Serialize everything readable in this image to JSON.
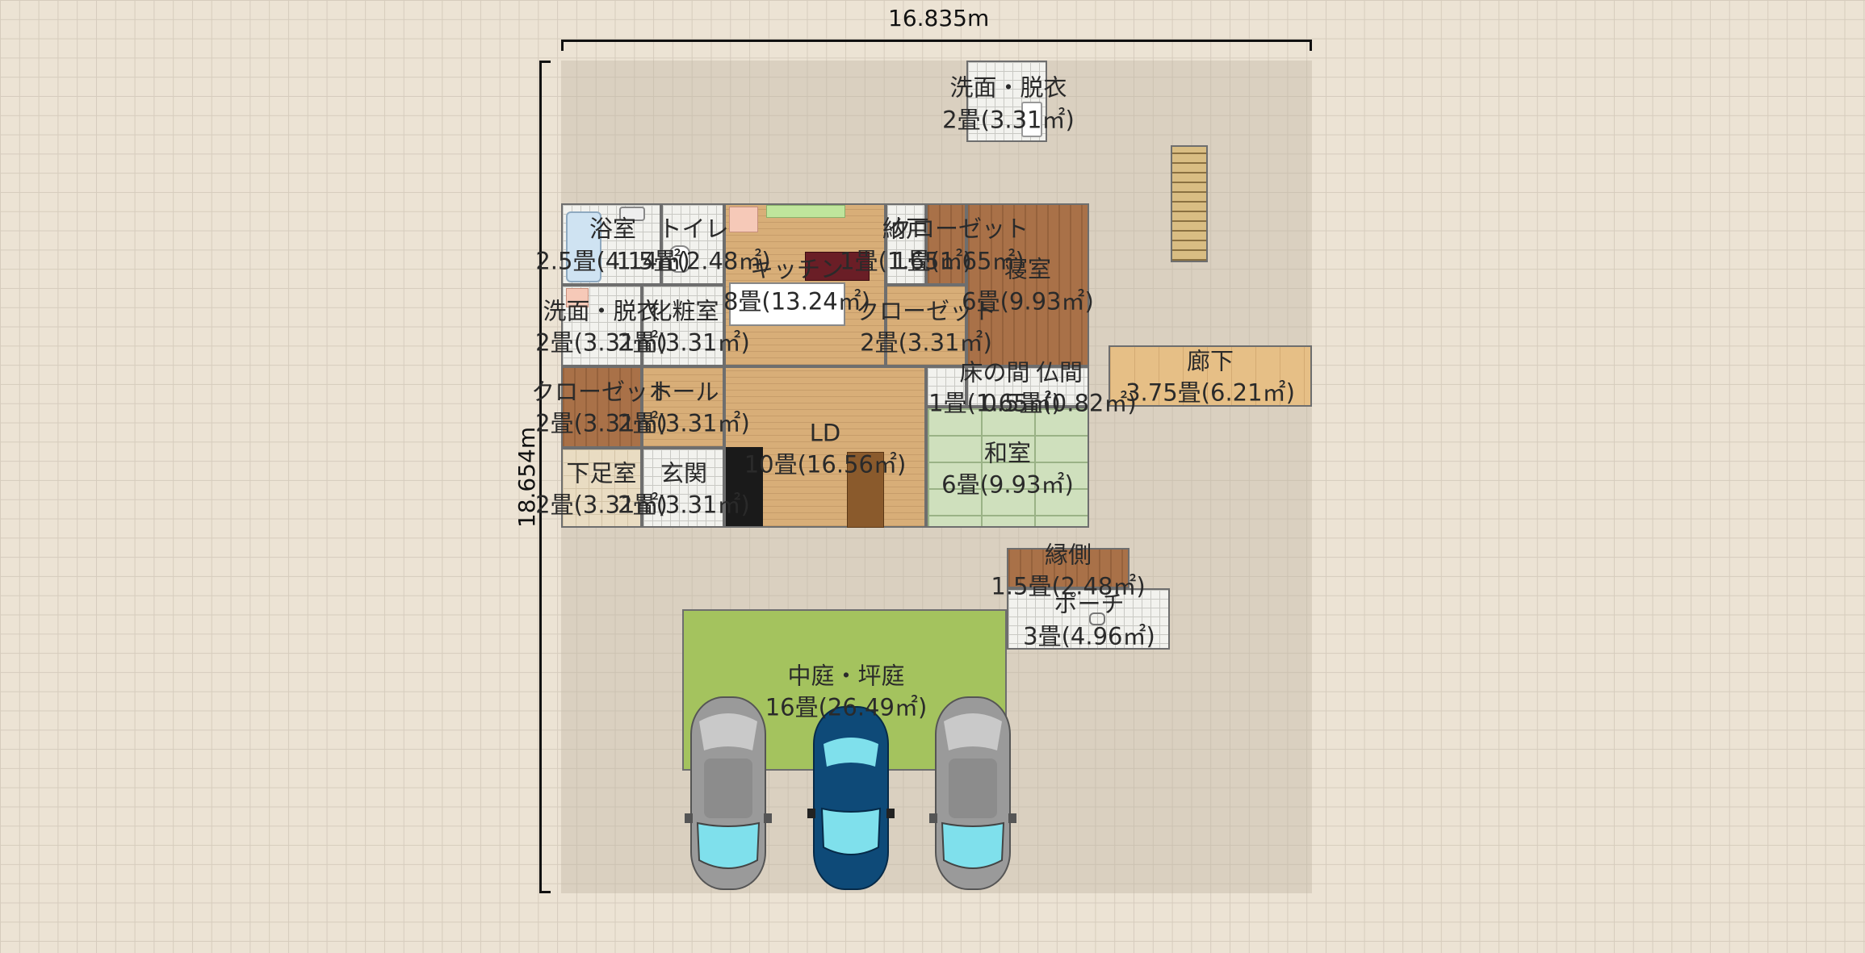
{
  "dimensions": {
    "width": "16.835m",
    "height": "18.654m"
  },
  "rooms": {
    "senmen_top": {
      "name": "洗面・脱衣",
      "area": "2畳(3.31㎡)"
    },
    "yokushitsu": {
      "name": "浴室",
      "area": "2.5畳(4.14㎡)"
    },
    "toilet": {
      "name": "トイレ",
      "area": "1.5畳(2.48㎡)"
    },
    "kitchen": {
      "name": "キッチン",
      "area": "8畳(13.24㎡)"
    },
    "nando": {
      "name": "納戸",
      "area": "1畳(1.65㎡)"
    },
    "closet_top": {
      "name": "クローゼット",
      "area": "1畳(1.65㎡)"
    },
    "shinshitsu": {
      "name": "寝室",
      "area": "6畳(9.93㎡)"
    },
    "senmen_left": {
      "name": "洗面・脱衣",
      "area": "2畳(3.31㎡)"
    },
    "keshoshitsu": {
      "name": "化粧室",
      "area": "2畳(3.31㎡)"
    },
    "closet_mid": {
      "name": "クローゼット",
      "area": "2畳(3.31㎡)"
    },
    "tokonoma": {
      "name": "床の間",
      "area": "1畳(1.65㎡)"
    },
    "butsuma": {
      "name": "仏間",
      "area": "0.5畳(0.82㎡)"
    },
    "roka": {
      "name": "廊下",
      "area": "3.75畳(6.21㎡)"
    },
    "closet_left": {
      "name": "クローゼット",
      "area": "2畳(3.31㎡)"
    },
    "hall": {
      "name": "ホール",
      "area": "2畳(3.31㎡)"
    },
    "ld": {
      "name": "LD",
      "area": "10畳(16.56㎡)"
    },
    "washitsu": {
      "name": "和室",
      "area": "6畳(9.93㎡)"
    },
    "shitaashi": {
      "name": "下足室",
      "area": "2畳(3.31㎡)"
    },
    "genkan": {
      "name": "玄関",
      "area": "2畳(3.31㎡)"
    },
    "engawa": {
      "name": "縁側",
      "area": "1.5畳(2.48㎡)"
    },
    "porch": {
      "name": "ポーチ",
      "area": "3畳(4.96㎡)"
    },
    "courtyard": {
      "name": "中庭・坪庭",
      "area": "16畳(26.49㎡)"
    }
  },
  "colors": {
    "car_left": "#9a9a9a",
    "car_center": "#0e4a78",
    "car_right": "#9a9a9a",
    "windshield": "#7fe0ec"
  }
}
